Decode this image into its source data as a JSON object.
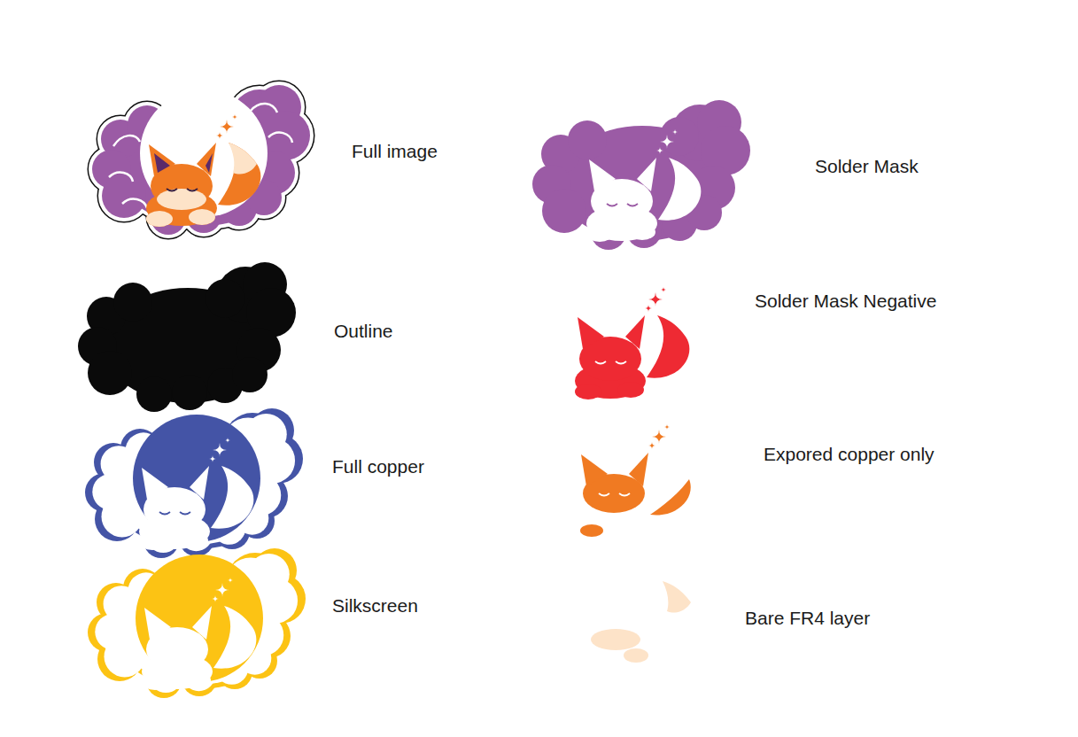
{
  "diagram": {
    "labels": [
      "Full image",
      "Solder Mask",
      "Outline",
      "Solder Mask Negative",
      "Full copper",
      "Expored copper only",
      "Silkscreen",
      "Bare FR4 layer"
    ]
  }
}
